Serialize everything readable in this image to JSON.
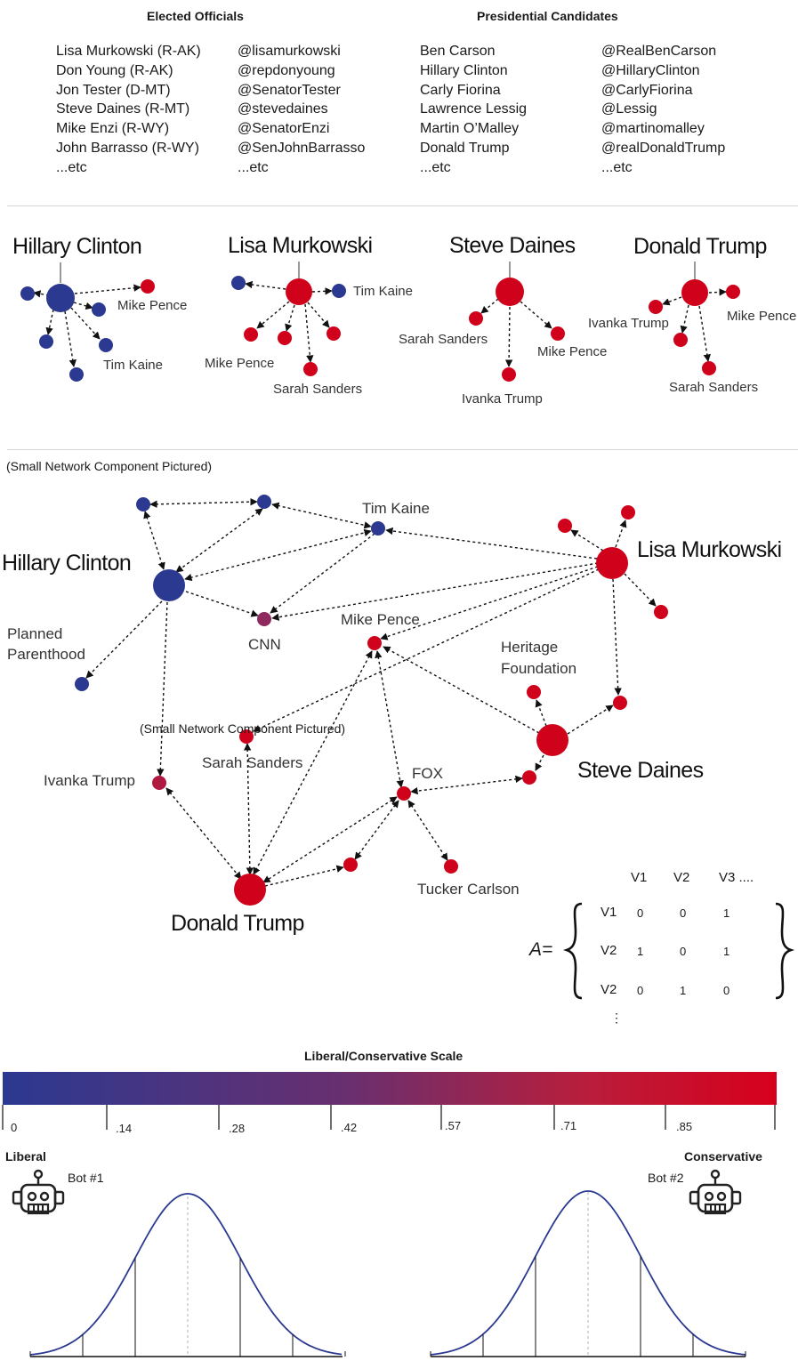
{
  "lists": {
    "elected": {
      "title": "Elected Officials",
      "names": [
        "Lisa Murkowski (R-AK)",
        "Don Young (R-AK)",
        "Jon Tester (D-MT)",
        "Steve Daines (R-MT)",
        "Mike Enzi (R-WY)",
        "John Barrasso (R-WY)",
        "...etc"
      ],
      "handles": [
        "@lisamurkowski",
        "@repdonyoung",
        "@SenatorTester",
        "@stevedaines",
        "@SenatorEnzi",
        "@SenJohnBarrasso",
        "...etc"
      ]
    },
    "presidential": {
      "title": "Presidential Candidates",
      "names": [
        "Ben Carson",
        "Hillary Clinton",
        "Carly Fiorina",
        "Lawrence Lessig",
        "Martin O’Malley",
        "Donald Trump",
        "...etc"
      ],
      "handles": [
        "@RealBenCarson",
        "@HillaryClinton",
        "@CarlyFiorina",
        "@Lessig",
        "@martinomalley",
        "@realDonaldTrump",
        "...etc"
      ]
    }
  },
  "egos": {
    "clinton": {
      "title": "Hillary Clinton",
      "labels": [
        "Mike Pence",
        "Tim Kaine"
      ]
    },
    "murkowski": {
      "title": "Lisa Murkowski",
      "labels": [
        "Tim Kaine",
        "Mike Pence",
        "Sarah Sanders"
      ]
    },
    "daines": {
      "title": "Steve Daines",
      "labels": [
        "Sarah Sanders",
        "Mike Pence",
        "Ivanka Trump"
      ]
    },
    "trump": {
      "title": "Donald Trump",
      "labels": [
        "Ivanka Trump",
        "Mike Pence",
        "Sarah Sanders"
      ]
    }
  },
  "network": {
    "caption": "(Small Network Component Pictured)",
    "overlap_caption": "(Small Network Component Pictured)",
    "hubs": {
      "clinton": "Hillary Clinton",
      "murkowski": "Lisa Murkowski",
      "daines": "Steve Daines",
      "trump": "Donald Trump"
    },
    "labels": {
      "tim_kaine": "Tim Kaine",
      "planned_parenthood_1": "Planned",
      "planned_parenthood_2": "Parenthood",
      "cnn": "CNN",
      "mike_pence": "Mike Pence",
      "heritage_1": "Heritage",
      "heritage_2": "Foundation",
      "sarah_sanders": "Sarah Sanders",
      "fox": "FOX",
      "ivanka": "Ivanka Trump",
      "tucker": "Tucker Carlson"
    }
  },
  "matrix": {
    "lhs": "A=",
    "col_headers": [
      "V1",
      "V2",
      "V3 ...."
    ],
    "rows": [
      {
        "label": "V1",
        "values": [
          "0",
          "0",
          "1"
        ]
      },
      {
        "label": "V2",
        "values": [
          "1",
          "0",
          "1"
        ]
      },
      {
        "label": "V2",
        "values": [
          "0",
          "1",
          "0"
        ]
      }
    ],
    "vdots": "⋮"
  },
  "scale": {
    "title": "Liberal/Conservative Scale",
    "ticks": [
      "0",
      ".14",
      ".28",
      ".42",
      ".57",
      ".71",
      ".85"
    ],
    "left_label": "Liberal",
    "right_label": "Conservative",
    "colors": {
      "liberal": "#2b3990",
      "conservative": "#d7001c"
    }
  },
  "bots": {
    "bot1": {
      "label": "Bot #1"
    },
    "bot2": {
      "label": "Bot #2"
    }
  },
  "colors": {
    "blue": "#2b3990",
    "red": "#d0021b",
    "purple": "#8e2a5e",
    "crimson": "#b0183f"
  }
}
